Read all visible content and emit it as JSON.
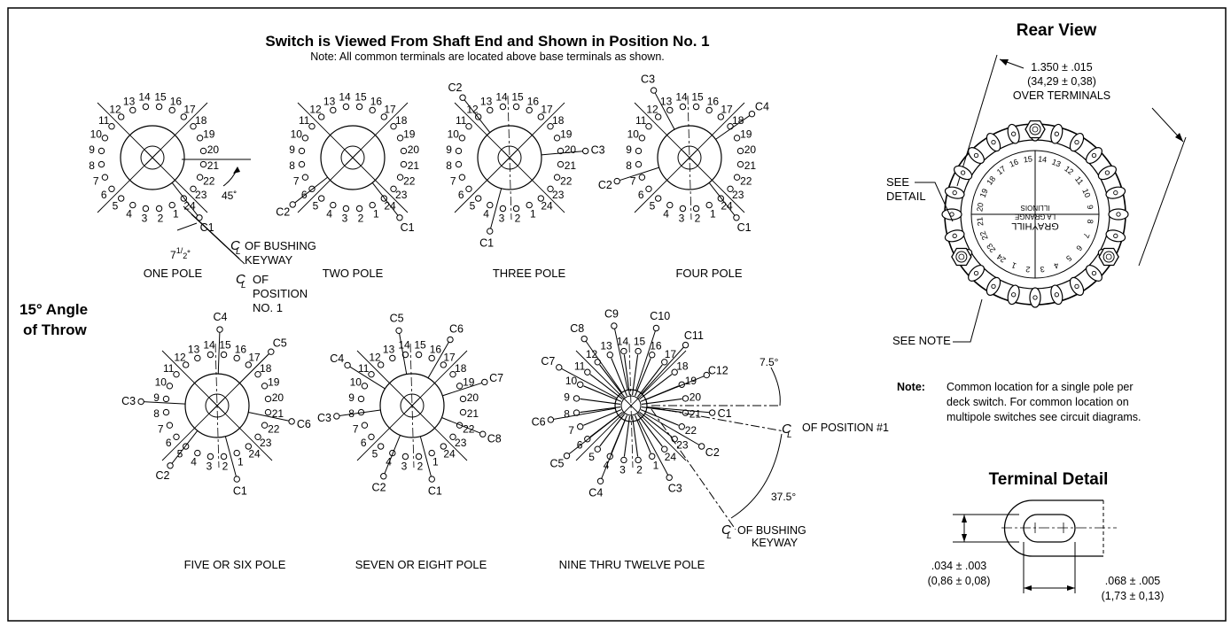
{
  "header": {
    "title": "Switch is Viewed From Shaft End and Shown in Position No. 1",
    "note": "Note: All common terminals are located above base terminals as shown."
  },
  "side_label": [
    "15° Angle",
    "of Throw"
  ],
  "poles": [
    {
      "label": "ONE POLE",
      "numbers": [
        "13",
        "14",
        "15",
        "16",
        "17",
        "18",
        "19",
        "20",
        "21",
        "22",
        "23",
        "24",
        "1",
        "2",
        "3",
        "4",
        "5",
        "6",
        "7",
        "8",
        "9",
        "10",
        "11",
        "12"
      ],
      "commons": [
        "C1"
      ]
    },
    {
      "label": "TWO POLE",
      "numbers": [
        "13",
        "14",
        "15",
        "16",
        "17",
        "18",
        "19",
        "20",
        "21",
        "22",
        "23",
        "24",
        "1",
        "2",
        "3",
        "4",
        "5",
        "6",
        "7",
        "8",
        "9",
        "10",
        "11",
        "12"
      ],
      "commons": [
        "C2",
        "C1"
      ]
    },
    {
      "label": "THREE POLE",
      "numbers": [
        "13",
        "14",
        "15",
        "16",
        "17",
        "18",
        "19",
        "20",
        "21",
        "22",
        "23",
        "24",
        "1",
        "2",
        "3",
        "4",
        "5",
        "6",
        "7",
        "8",
        "9",
        "10",
        "11",
        "12"
      ],
      "commons": [
        "C2",
        "C3",
        "C1"
      ]
    },
    {
      "label": "FOUR POLE",
      "numbers": [
        "13",
        "14",
        "15",
        "16",
        "17",
        "18",
        "19",
        "20",
        "21",
        "22",
        "23",
        "24",
        "1",
        "2",
        "3",
        "4",
        "5",
        "6",
        "7",
        "8",
        "9",
        "10",
        "11",
        "12"
      ],
      "commons": [
        "C3",
        "C4",
        "C2",
        "C1"
      ]
    },
    {
      "label": "FIVE OR SIX POLE",
      "numbers": [
        "13",
        "14",
        "15",
        "16",
        "17",
        "18",
        "19",
        "20",
        "21",
        "22",
        "23",
        "24",
        "1",
        "2",
        "3",
        "4",
        "5",
        "6",
        "7",
        "8",
        "9",
        "10",
        "11",
        "12"
      ],
      "commons": [
        "C4",
        "C5",
        "C3",
        "C6",
        "C2",
        "C1"
      ]
    },
    {
      "label": "SEVEN OR EIGHT POLE",
      "numbers": [
        "13",
        "14",
        "15",
        "16",
        "17",
        "18",
        "19",
        "20",
        "21",
        "22",
        "23",
        "24",
        "1",
        "2",
        "3",
        "4",
        "5",
        "6",
        "7",
        "8",
        "9",
        "10",
        "11",
        "12"
      ],
      "commons": [
        "C5",
        "C6",
        "C4",
        "C7",
        "C3",
        "C8",
        "C2",
        "C1"
      ]
    },
    {
      "label": "NINE THRU TWELVE POLE",
      "numbers": [
        "13",
        "14",
        "15",
        "16",
        "17",
        "18",
        "19",
        "20",
        "21",
        "22",
        "23",
        "24",
        "1",
        "2",
        "3",
        "4",
        "5",
        "6",
        "7",
        "8",
        "9",
        "10",
        "11",
        "12"
      ],
      "commons": [
        "C9",
        "C10",
        "C8",
        "C11",
        "C7",
        "C12",
        "C6",
        "C1",
        "C5",
        "C2",
        "C4",
        "C3"
      ]
    }
  ],
  "one_pole_annotations": {
    "angle_45": "45˚",
    "angle_7half": "7",
    "frac_num": "1",
    "frac_den": "2",
    "deg": "˚",
    "cl_symbol": "C",
    "cl_sub": "L",
    "bushing": [
      "OF BUSHING",
      "KEYWAY"
    ],
    "position": [
      "OF",
      "POSITION",
      "NO. 1"
    ]
  },
  "nine_pole_annotations": {
    "angle_top": "7.5°",
    "angle_bottom": "37.5°",
    "position": "OF POSITION #1",
    "bushing": [
      "OF BUSHING",
      "KEYWAY"
    ]
  },
  "rear_view": {
    "title": "Rear View",
    "dims": [
      "1.350 ± .015",
      "(34,29 ± 0,38)",
      "OVER TERMINALS"
    ],
    "see_detail": [
      "SEE",
      "DETAIL"
    ],
    "see_note": "SEE NOTE",
    "ring_numbers": [
      "15",
      "14",
      "13",
      "12",
      "11",
      "10",
      "9",
      "8",
      "7",
      "6",
      "5",
      "4",
      "3",
      "2",
      "1",
      "24",
      "23",
      "22",
      "21",
      "20",
      "19",
      "18",
      "17",
      "16"
    ],
    "brand": [
      "GRAYHILL",
      "LA GRANGE",
      "ILLINOIS"
    ]
  },
  "note_block": {
    "label": "Note:",
    "lines": [
      "Common location for a single pole per",
      "deck switch. For common location on",
      "multipole switches see circuit diagrams."
    ]
  },
  "terminal_detail": {
    "title": "Terminal Detail",
    "dim_a": [
      ".034 ± .003",
      "(0,86 ± 0,08)"
    ],
    "dim_b": [
      ".068 ± .005",
      "(1,73 ± 0,13)"
    ]
  }
}
